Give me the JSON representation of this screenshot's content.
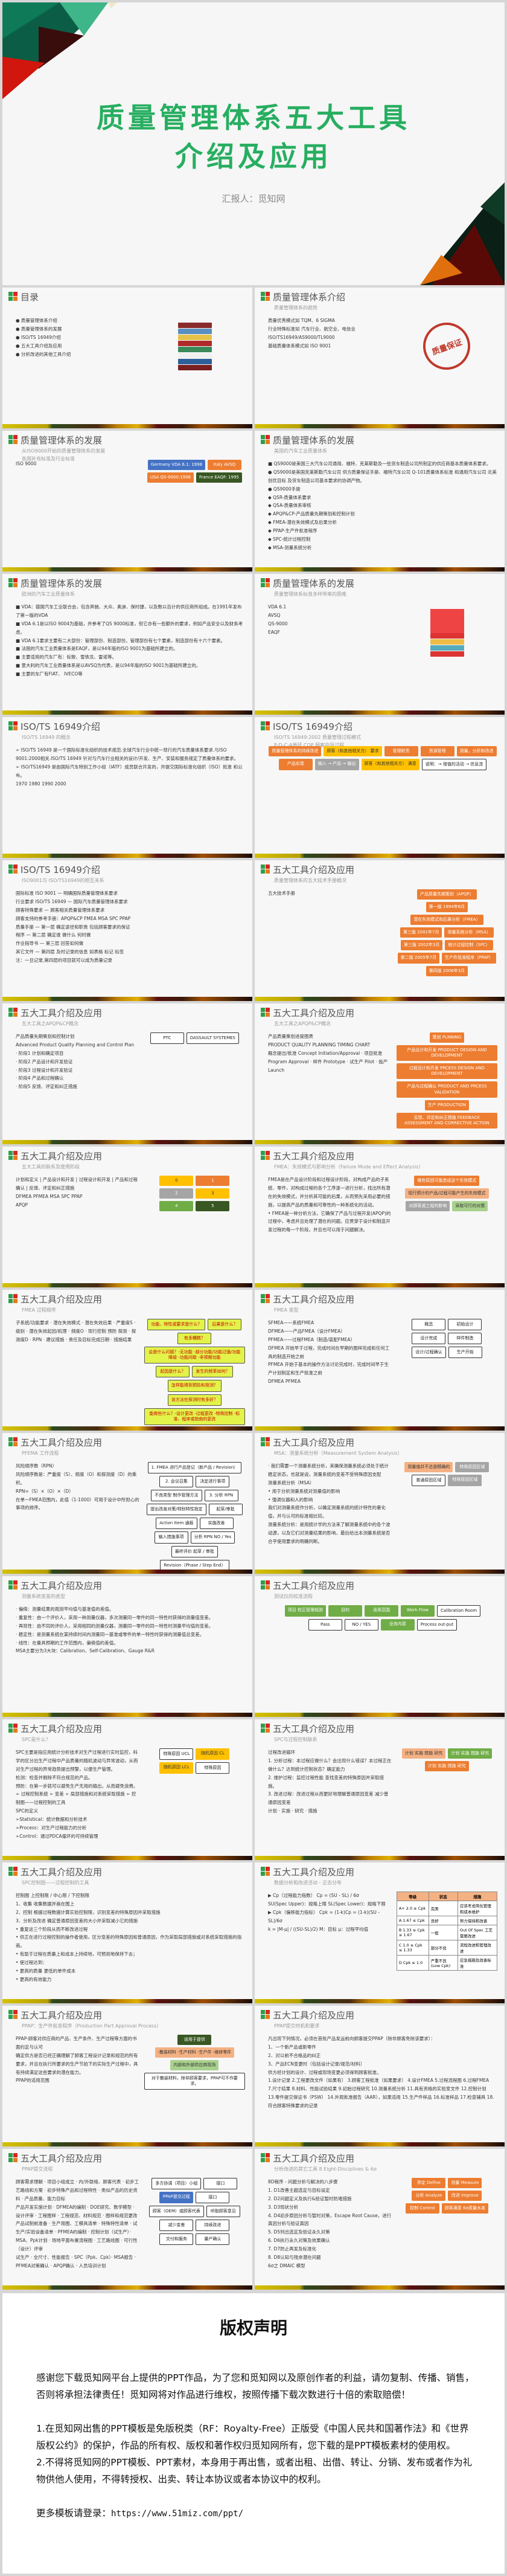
{
  "cover": {
    "title_line1": "质量管理体系五大工具",
    "title_line2": "介绍及应用",
    "reporter": "汇报人：觅知网",
    "title_color": "#27ae60"
  },
  "watermark": "觅知网",
  "slides": [
    {
      "title": "目录",
      "subtitle": "",
      "lines": [
        "● 质量管理体系介绍",
        "● 质量管理体系的发展",
        "● ISO/TS 16949介绍",
        "● 五大工具介绍及应用",
        "● 分析改进的其他工具介绍"
      ],
      "image": "books-icon"
    },
    {
      "title": "质量管理体系介绍",
      "subtitle": "质量管理体系的趋势",
      "lines": [
        "质量优秀模式如 TQM、6 SIGMA",
        "行业特殊标准如 汽车行业、航空业、电信业 ISO/TS16949/AS9000/TL9000",
        "基础质量体系模式如 ISO 9001"
      ],
      "stamp": "质量保证"
    },
    {
      "title": "质量管理体系的发展",
      "subtitle": "从ISO9000开始的质量管理体系的发展\n各国补充标准及行业标准",
      "lines": [
        "ISO 9000"
      ],
      "boxes": [
        {
          "t": "Germany  VDA 6.1: 1998",
          "c": "c-b"
        },
        {
          "t": "Italy  AVSQ",
          "c": "c-o"
        },
        {
          "t": "USA  QS-9000:1998",
          "c": "c-o"
        },
        {
          "t": "France  EAQF: 1995",
          "c": "c-dg"
        }
      ]
    },
    {
      "title": "质量管理体系的发展",
      "subtitle": "美国的汽车工业质量体系",
      "lines": [
        "■ QS9000是美国三大汽车公司通用、福特、克莱斯勒及一些货车制造公司所制定的供应商基本质量体系要求。",
        "● QS9000是美国克莱斯勒汽车公司 供方质量保证手册、福特汽车公司 Q-101质量体系标准 和通用汽车公司 北美创优目标  及货车制造公司基本要求的协调产物。",
        "● QS9000手册",
        "  ◆ QSR-质量体系要求",
        "  ◆ QSA-质量体系审核",
        "  ◆ APQP&CP-产品质量先期策划和控制计划",
        "  ◆ FMEA-潜在失效模式及后果分析",
        "  ◆ PPAP-生产件批准程序",
        "  ◆ SPC-统计过程控制",
        "  ◆ MSA-测量系统分析"
      ]
    },
    {
      "title": "质量管理体系的发展",
      "subtitle": "欧洲的汽车工业质量体系",
      "lines": [
        "■ VDA：德国汽车工业联合会，包含奔驰、大众、奥迪、保时捷，以及数以百计的供应商所组成。在1991年发布了第一版的VDA",
        "■ VDA 6.1是以ISO 9004为基础，并参考了QS 9000标准，但它亦有一些额外的要求，例如产品安全以及财务考虑。",
        "■ VDA 6.1要求主要有二大部份：管理部份、制造部份。管理部份有七个要素，制造部份有十六个要素。",
        "■ 法国的汽车工业质量体系是EAQF，是以94年版的ISO 9001为基础所建立的。",
        "■ 主要适用的汽车厂有：标致、雪铁龙、雷诺等。",
        "■ 意大利的汽车工业质量体系是以AVSQ为代表，是以94年版的ISO 9001为基础所建立的。",
        "■ 主要的车厂有FIAT、 IVECO等"
      ]
    },
    {
      "title": "质量管理体系的发展",
      "subtitle": "质量管理体系标准多样带来的困难",
      "lines": [
        "VDA 6.1",
        "AVSQ",
        "QS-9000",
        "EAQF"
      ],
      "image": "red-book-icon"
    },
    {
      "title": "ISO/TS 16949介绍",
      "subtitle": "ISO/TS 16949 的概念",
      "lines": [
        "➢ ISO/TS 16949 是一个国际标准化组织的技术规范.全球汽车行业中统一现行的汽车质量体系要求.与ISO 9001:2000相关.ISO/TS 16949 针对与汽车行业相关的设计/开发、生产、安装和服务规定了质量体系的要求。",
        "➢ ISO/TS16949 是由国际汽车特别工作小组（IATF）成员联合开发的，并提交国际标准化组织（ISO）批准 和公布。",
        "1970    1980    1990    2000"
      ]
    },
    {
      "title": "ISO/TS 16949介绍",
      "subtitle": "ISO/TS 16949:2002 质量管理过程模式\nP-D-C-A循环        COP 顾客向导过程",
      "lines": [],
      "boxes": [
        {
          "t": "质量管理体系的持续改进",
          "c": "c-o"
        },
        {
          "t": "顾客（和其他相关方） 要求",
          "c": "c-y"
        },
        {
          "t": "管理职责",
          "c": "c-o"
        },
        {
          "t": "资源管理",
          "c": "c-o"
        },
        {
          "t": "测量，分析和改进",
          "c": "c-o"
        },
        {
          "t": "产品实现",
          "c": "c-o"
        },
        {
          "t": "输入 → 产品 → 输出",
          "c": "c-g"
        },
        {
          "t": "顾客（和其他相关方） 满意",
          "c": "c-y"
        },
        {
          "t": "说明：→ 增值的活动  ⇢ 信息流",
          "c": "c-w"
        }
      ]
    },
    {
      "title": "ISO/TS 16949介绍",
      "subtitle": "ISO9001与 ISO/TS16949的相互关系",
      "lines": [
        "国际标准 ISO 9001 — 明确国际质量管理体系要求",
        "行业要求 ISO/TS 16949 — 国际汽车质量管理体系要求",
        "顾客特殊要求 — 顾客相关质量管理体系要求",
        "顾客支持的参考手册：APQP&CP FMEA MSA SPC PPAP",
        "质量手册 — 第一层 确定途径和职责 包括顾客要求的保证",
        "程序 — 第二层 确定谁 做什么 何时做",
        "作业指导书 — 第三层 回答如何做",
        "其它文件 — 第四层 及时记录的信息 如表格 标记 标签",
        "注：一旦记录,第四层的项目就可以成为质量记录"
      ]
    },
    {
      "title": "五大工具介绍及应用",
      "subtitle": "质量管理体系的五大技术手册概况",
      "lines": [
        "五大技术手册"
      ],
      "boxes": [
        {
          "t": "产品质量先期策划（APQP）",
          "c": "c-o"
        },
        {
          "t": "第一版 1994年6月",
          "c": "c-o"
        },
        {
          "t": "潜在失效模式和后果分析（FMEA）",
          "c": "c-o"
        },
        {
          "t": "第三版 2001年7月",
          "c": "c-o"
        },
        {
          "t": "测量系统分析（MSA）",
          "c": "c-o"
        },
        {
          "t": "第三版 2002年3月",
          "c": "c-o"
        },
        {
          "t": "统计过程控制（SPC）",
          "c": "c-o"
        },
        {
          "t": "第二版 2005年7月",
          "c": "c-o"
        },
        {
          "t": "生产件批准程序（PPAP）",
          "c": "c-o"
        },
        {
          "t": "第四版 2006年3月",
          "c": "c-o"
        }
      ]
    },
    {
      "title": "五大工具介绍及应用",
      "subtitle": "五大工具之APQP&CP概念",
      "lines": [
        "产品质量先期策划和控制计划",
        "Advanced Product Quality Planning and Control Plan",
        "· 阶段1  计划和确定项目",
        "· 阶段2  产品设计和开发验证",
        "· 阶段3  过程设计和开发验证",
        "· 阶段4  产品和过程确认",
        "· 阶段5  反馈、评定和纠正措施"
      ],
      "boxes": [
        {
          "t": "PTC",
          "c": "c-w"
        },
        {
          "t": "DASSAULT SYSTEMES",
          "c": "c-w"
        }
      ]
    },
    {
      "title": "五大工具介绍及应用",
      "subtitle": "五大工具之APQP&CP概念",
      "lines": [
        "产品质量策划进度图表",
        "PRODUCT QUALITY PLANNING TIMING CHART",
        "概念提出/批准 Concept Initiation/Approval · 项目批准 Program Approval · 样件 Prototype · 试生产 Pilot · 投产 Launch"
      ],
      "boxes": [
        {
          "t": "策划 PLNNING",
          "c": "c-o"
        },
        {
          "t": "产品设计和开发 PRODUCT DESIGN AND DEVELOPMENT",
          "c": "c-o"
        },
        {
          "t": "过程设计和开发 PRCESS DESIGN AND DEVELOPMENT",
          "c": "c-o"
        },
        {
          "t": "产品与过程确认 PRODUCT AND PRCESS VALIDATION",
          "c": "c-o"
        },
        {
          "t": "生产 PRODUCTION",
          "c": "c-o"
        },
        {
          "t": "反馈、评定和纠正措施 FEEDBACK ASSESSMENT AND CORRECTIVE ACTION",
          "c": "c-o"
        }
      ]
    },
    {
      "title": "五大工具介绍及应用",
      "subtitle": "五大工具的联系及使用阶段",
      "lines": [
        "计划和定义 | 产品设计和开发 | 过程设计和开发 | 产品和过程确认 | 反馈、评定和纠正措施",
        "DFMEA   PFMEA   MSA SPC PPAP",
        "APQP"
      ],
      "boxes": [
        {
          "t": "0",
          "c": "c-y"
        },
        {
          "t": "1",
          "c": "c-o"
        },
        {
          "t": "2",
          "c": "c-g"
        },
        {
          "t": "3",
          "c": "c-y"
        },
        {
          "t": "4",
          "c": "c-gr"
        },
        {
          "t": "5",
          "c": "c-dg"
        }
      ]
    },
    {
      "title": "五大工具介绍及应用",
      "subtitle": "FMEA：失效模式与影响分析（Failure Mode and Effect Analysis）",
      "lines": [
        "FMEA是在产品设计阶段和过程设计阶段，对构成产品的子系统、零件，对构成过程的各个工序逐一进行分析，找出所有潜在的失效模式，并分析其可能的后果，从而预先采用必要的措施，以提高产品的质量和可靠性的一种系统化的活动。",
        "• FMEA是一种分析方法，它确保了产品与过程开发(APQP)的过程中，考虑并且处理了潜在的问题。应贯穿于设计和制造开发过程的每一个阶段，并且也可以用于问题解决。"
      ],
      "boxes": [
        {
          "t": "哪些原因可能造成这个失效模式",
          "c": "c-o"
        },
        {
          "t": "现行预计的产品/过程可能产生的失效模式",
          "c": "c-pk"
        },
        {
          "t": "对顾客或工程的影响",
          "c": "c-g"
        },
        {
          "t": "采取可行的对策",
          "c": "c-lg"
        }
      ]
    },
    {
      "title": "五大工具介绍及应用",
      "subtitle": "FMEA 过程顺序",
      "lines": [
        "子系统/功能要求 · 潜在失效模式 · 潜在失效后果 · 严重度S · 级别 · 潜在失效起因/机理 · 频度O · 现行控制 预防 探测 · 探测度D · RPN · 建议措施 · 责任及目标完成日期 · 措施结果"
      ],
      "boxes": [
        {
          "t": "功能、特性或要求是什么？",
          "c": "c-lime"
        },
        {
          "t": "后果是什么？",
          "c": "c-lime"
        },
        {
          "t": "有多糟糕？",
          "c": "c-lime"
        },
        {
          "t": "会是什么问题？-无功能 -部分功能/功能过强/功能降级 -功能间歇 -非预期功能",
          "c": "c-lime"
        },
        {
          "t": "起因是什么？",
          "c": "c-lime"
        },
        {
          "t": "发生的频率如何？",
          "c": "c-lime"
        },
        {
          "t": "怎样能得到预防和探测？",
          "c": "c-lime"
        },
        {
          "t": "该方法在探测时有多好？",
          "c": "c-lime"
        },
        {
          "t": "能做些什么？-设计更改 -过程更改 -特殊控制 -标准、程序或指南的更改",
          "c": "c-lime"
        }
      ]
    },
    {
      "title": "五大工具介绍及应用",
      "subtitle": "FMEA 类型",
      "lines": [
        "SFMEA——系统FMEA",
        "DFMEA——产品FMEA（设计FMEA）",
        "PFMEA——过程FMEA（制造/装配FMEA）",
        "DFMEA    开始早于过程，完成时间在早期的图样完成和任何工具的制造开始之前",
        "PFMEA    开始于基本的操作方法讨论完成时，完成时间早于生产计划制定和生产批准之前",
        "DFMEA      PFMEA"
      ],
      "boxes": [
        {
          "t": "概念",
          "c": "c-w"
        },
        {
          "t": "初始设计",
          "c": "c-w"
        },
        {
          "t": "设计完成",
          "c": "c-w"
        },
        {
          "t": "样件制造",
          "c": "c-w"
        },
        {
          "t": "设计/过程确认",
          "c": "c-w"
        },
        {
          "t": "生产开始",
          "c": "c-w"
        }
      ]
    },
    {
      "title": "五大工具介绍及应用",
      "subtitle": "PFEMA 工作流程",
      "lines": [
        "风险顺序数（RPN）",
        "风险顺序数是：严重度（S）、频度（O）和探测度（D）的乘积。",
        "RPN=（S）×（O）×（D）",
        "在单一FMEA范围内，此值（1-1000）可用于设计中所担心的事项的排序。"
      ],
      "boxes": [
        {
          "t": "1. FMEA 进行产品登记（新产品 / Revision）",
          "c": "c-w"
        },
        {
          "t": "2. 会议召集",
          "c": "c-w"
        },
        {
          "t": "决定进行事项",
          "c": "c-w"
        },
        {
          "t": "不良类型 制作管理方法",
          "c": "c-w"
        },
        {
          "t": "3. 分析 RPN",
          "c": "c-w"
        },
        {
          "t": "提出改善对策/特别特性指定",
          "c": "c-w"
        },
        {
          "t": "起草/审批",
          "c": "c-w"
        },
        {
          "t": "Action Item 通报",
          "c": "c-w"
        },
        {
          "t": "实施改善",
          "c": "c-w"
        },
        {
          "t": "输入措施事项",
          "c": "c-w"
        },
        {
          "t": "分析 RPN  NO / Yes",
          "c": "c-w"
        },
        {
          "t": "最终评价 起草 / 审批",
          "c": "c-w"
        },
        {
          "t": "Revision（Phase / Step End）",
          "c": "c-w"
        }
      ]
    },
    {
      "title": "五大工具介绍及应用",
      "subtitle": "MSA：测量系统分析（Measurement System Analysis）",
      "lines": [
        "· 我们需要一个测量系统分析，来确保测量系统必须处于统计稳定状态，也就是说，测量系统的变差不受特殊原因支配",
        "测量系统分析（MSA）",
        "• 用于分析测量系统对测量值的影响",
        "• 强调仪器和人的影响",
        "我们对测量系统作分析，以确定测量系统的统计特性的量化值，并与认可的标准相比较。",
        "测量系统分析：是用统计学的方法来了解测量系统中的各个波动源，以及它们对测量结果的影响，最后给出本测量系统是否合乎使用要求的明确判断。"
      ],
      "boxes": [
        {
          "t": "测量值并不总是精确的",
          "c": "c-pk"
        },
        {
          "t": "特殊原因区域",
          "c": "c-g"
        },
        {
          "t": "普通原因区域",
          "c": "c-w"
        },
        {
          "t": "特殊原因区域",
          "c": "c-g"
        }
      ]
    },
    {
      "title": "五大工具介绍及应用",
      "subtitle": "测量系统变差的类型",
      "lines": [
        "· 偏倚：测量结果的观测平均值与基准值的差值。",
        "· 重复性：由一个评价人，采用一种测量仪器，多次测量同一零件的同一特性时获得的测量值变差。",
        "· 再现性：由不同的评价人，采用相同的测量仪器，测量同一零件的同一特性时测量平均值的变差。",
        "· 稳定性：是测量系统在某持续时间内测量同一基准或零件的单一特性时获得的测量值总变差。",
        "· 线性：在量具预期的工作范围内，偏倚值的差值。",
        "MSA主要分为3大块：Calibration、Self-Calibration、Gauge R&R"
      ]
    },
    {
      "title": "五大工具介绍及应用",
      "subtitle": "测试仪的校准流程",
      "lines": [],
      "boxes": [
        {
          "t": "项目 校正管理规则",
          "c": "c-gr"
        },
        {
          "t": "目的",
          "c": "c-gr"
        },
        {
          "t": "适用范围",
          "c": "c-gr"
        },
        {
          "t": "Work Flow",
          "c": "c-gr"
        },
        {
          "t": "Calibration Room",
          "c": "c-w"
        },
        {
          "t": "Pass",
          "c": "c-w"
        },
        {
          "t": "NO / YES",
          "c": "c-w"
        },
        {
          "t": "业务内容",
          "c": "c-gr"
        },
        {
          "t": "Process out-put",
          "c": "c-w"
        }
      ]
    },
    {
      "title": "五大工具介绍及应用",
      "subtitle": "SPC是什么？",
      "lines": [
        "SPC主要是指应用统计分析技术对生产过程进行实时监控，科学的区分出生产过程中产品质量的随机波动与异常波动，从而对生产过程的异常趋势提出预警，以便生产管理。",
        "检测：检查并剔除不符合规范的产品。",
        "预防：在第一步就可以避免生产无用的输出，从而避免浪费。",
        "➢ 过程控制系统   ➢ 变差   ➢ 局部措施和对系统采取措施   ➢ 控制图——过程控制的工具",
        "SPC的定义",
        "➢Statistical：统计数据和分析技术",
        "➢Process：对生产过程能力的分析",
        "➢Control：通过PDCA循环的可持续管理"
      ],
      "boxes": [
        {
          "t": "特殊原因 UCL",
          "c": "c-w"
        },
        {
          "t": "随机原因 CL",
          "c": "c-y"
        },
        {
          "t": "随机原因 LCL",
          "c": "c-y"
        },
        {
          "t": "特殊原因",
          "c": "c-w"
        }
      ]
    },
    {
      "title": "五大工具介绍及应用",
      "subtitle": "SPC与过程控制联系",
      "lines": [
        "过程改进循环",
        "1. 分析过程：本过程应做什么？会出现什么错误？本过程正在做什么？达到统计控制状态？确定能力",
        "2. 维护过程：监控过程性能 查找变差的特殊原因并采取措施。",
        "3. 改进过程：改进过程从而更好地理解普通原因变差 减少普通原因变差",
        "计划 · 实施 · 研究 · 措施"
      ],
      "boxes": [
        {
          "t": "计划 实施 措施 研究",
          "c": "c-pk"
        },
        {
          "t": "计划 实施 措施 研究",
          "c": "c-gr"
        },
        {
          "t": "计划 实施 措施 研究",
          "c": "c-o"
        }
      ]
    },
    {
      "title": "五大工具介绍及应用",
      "subtitle": "SPC控制图——过程控制的工具",
      "lines": [
        "控制图  上控制限 / 中心限 / 下控制限",
        "1、收集  收集数据并画在图上",
        "2、控制  根据过程数据计算实验控制限，识别变差的特殊原因并采取措施",
        "3、分析及改进  确定普通原因变差的大小并采取减小它的措施",
        "• 重复这三个阶段从而不断改进过程",
        "• 供正在进行过程控制的操作者使用，区分变差的特殊原因和普通原因，作为采取局部措施或对系统采取措施的指南。",
        "• 有助于过程在质量上和成本上持续地，可预测地保持下去；",
        "• 使过程达到：",
        "• 更高的质量   更低的单件成本",
        "• 更高的有效能力"
      ]
    },
    {
      "title": "五大工具介绍及应用",
      "subtitle": "数据分析和改进活动 - 正态分布",
      "lines": [
        "▶ Cp（过程能力指数）  Cp = (SU - SL) / 6σ",
        "SU(Spec Upper)：规格上限   SL(Spec Lower)：规格下限",
        "▶ Cpk（偏移能力指标）  Cpk = (1-k)Cp = (1-k)(SU - SL)/6σ",
        "k = |M-μ| / ((SU-SL)/2)   M：目标   μ：过程平均值"
      ],
      "table": {
        "headers": [
          "等级",
          "状态",
          "措施"
        ],
        "rows": [
          [
            "A+  2.0 ≤ Cpk",
            "完美",
            "应该考虑简化管理 和成本维护"
          ],
          [
            "A  1.67 ≤ Cpk",
            "良好",
            "努力保持和改善"
          ],
          [
            "B  1.33 ≤ Cpk ≤ 1.67",
            "一般",
            "Out Of Spec 工艺需要改进"
          ],
          [
            "C  1.0 ≤ Cpk ≤ 1.33",
            "部分不良",
            "流程改进和管理改进"
          ],
          [
            "D  Cpk ≤ 1.0",
            "严重不良(Low Cpk)",
            "应急措施及改善标准"
          ]
        ]
      }
    },
    {
      "title": "五大工具介绍及应用",
      "subtitle": "PPAP：生产件批准程序（Production Part Approval Process）",
      "lines": [
        "PPAP-顾客对供应商的产品、生产条件、生产过程等方面的书面约定与认可",
        "确定供方是否已经正确理解了顾客工程设计记录和规范的所有要求，并且在执行所要求的生产节拍下的实际生产过程中，具有持续满足这些要求的潜在能力。",
        "PPAP的适用范围"
      ],
      "boxes": [
        {
          "t": "适用于提供",
          "c": "c-dg"
        },
        {
          "t": "-散装材料 -生产材料 -生产件 -维修零件",
          "c": "c-pk"
        },
        {
          "t": "内部和外部供应商现场",
          "c": "c-lg"
        },
        {
          "t": "对于散装材料，除非顾客要求，PPAP可不作要求。",
          "c": "c-w"
        }
      ]
    },
    {
      "title": "五大工具介绍及应用",
      "subtitle": "PPAP提交时机和要求",
      "lines": [
        "凡出现下列情况，必须在首批产品发运前向顾客提交PPAP（除非顾客免除该要求）：",
        "1、一个新产品或新零件",
        "2、对以前不合格品的纠正",
        "3、产品ECN变更时（包括设计记录/规范/材料）",
        "供方经计划的设计、过程或现场变更必须得到顾客批准。",
        "1.设计记录  2.工程更改文件（如果有）  3.顾客工程批准（如果要求）  4.设计FMEA  5.过程流程图  6.过程FMEA",
        "7.尺寸结果  8.材料、性能试验结果  9.初始过程研究  10.测量系统分析  11.具有资格的实验室文件  12.控制计划",
        "13.零件提交保证书（PSW）  14.外观批准报告（AAR），如果适用  15.生产件样品  16.标准样品  17.检查辅具  18.符合顾客特殊要求的记录"
      ]
    },
    {
      "title": "五大工具介绍及应用",
      "subtitle": "PPAP提交流程",
      "lines": [
        "顾客需求理解 · 项目小组成立 · 内/外联络、顾客代表 · 初步工艺路线和方案 · 初步特殊产品和过程特性 · 类似产品的历史资料 · 产品质量、能力目标",
        "产品开发实施计划 · DFMEA的编制 · DOE研究、数学模型 · 设计评审 · 工程图样 · 工程规范、材料规范 · 图样和规范更改",
        "产品试制前准备 · 生产用图、工模具清单 · 特殊特性清单 · 试生产/实验设备清单 · PFMEA的编制 · 控制计划（试生产）· MSA、Ppk计划 · 场地平面布置流程图 · 工艺路线图 · 可行性（设计）评审",
        "试生产 · 全尺寸、性能报告 · SPC（Ppk、Cpk）· MSA报告 · PFMEA对策确认 · APQP确认 · 人员培训计划"
      ],
      "boxes": [
        {
          "t": "多方协调（项目）小组",
          "c": "c-w"
        },
        {
          "t": "接口",
          "c": "c-w"
        },
        {
          "t": "PPAP提交过程",
          "c": "c-b"
        },
        {
          "t": "接口",
          "c": "c-w"
        },
        {
          "t": "顾客（OEM）或顾客代表",
          "c": "c-w"
        },
        {
          "t": "听取顾客意见",
          "c": "c-w"
        },
        {
          "t": "减少变差",
          "c": "c-w"
        },
        {
          "t": "持续改进",
          "c": "c-w"
        },
        {
          "t": "交付和服务",
          "c": "c-w"
        },
        {
          "t": "量产确认",
          "c": "c-w"
        }
      ]
    },
    {
      "title": "五大工具介绍及应用",
      "subtitle": "分析改进的其它工具  8 Eight-Disciplines  & 6σ",
      "lines": [
        "8D程序 - 问题分析与解决的八步骤",
        "1. D1改善主题选定与目标设定",
        "2. D2问题定义及执行&验证暂时防堵措施",
        "3. D3现状分析",
        "4. D4初步原因分析与暂时对策，Escape Root Cause，进行真因分析与验证真因",
        "5. D5列出选定及验证永久对策",
        "6. D6执行永久对策及效果确认",
        "7. D7防止再发及标准化",
        "8. D8认知与残余潜在问题",
        "6σ之  DMAIC 模型"
      ],
      "boxes": [
        {
          "t": "界定 Define",
          "c": "c-o"
        },
        {
          "t": "测量 Measure",
          "c": "c-o"
        },
        {
          "t": "分析 Analyze",
          "c": "c-o"
        },
        {
          "t": "改进 Improve",
          "c": "c-o"
        },
        {
          "t": "控制 Control",
          "c": "c-o"
        },
        {
          "t": "顾客满意 6σ质量水准",
          "c": "c-o"
        }
      ]
    }
  ],
  "copyright": {
    "title": "版权声明",
    "para1": "感谢您下载觅知网平台上提供的PPT作品，为了您和觅知网以及原创作者的利益，请勿复制、传播、销售，否则将承担法律责任！觅知网将对作品进行维权，按照传播下载次数进行十倍的索取赔偿！",
    "item1": "1.在觅知网出售的PPT模板是免版税类（RF：Royalty-Free）正版受《中国人民共和国著作法》和《世界版权公约》的保护，作品的所有权、版权和著作权归觅知网所有，您下载的是PPT模板素材的使用权。",
    "item2": "2.不得将觅知网的PPT模板、PPT素材，本身用于再出售，或者出租、出借、转让、分销、发布或者作为礼物供他人使用，不得转授权、出卖、转让本协议或者本协议中的权利。",
    "more_label": "更多模板请登录：",
    "more_url": "https://www.51miz.com/ppt/"
  }
}
